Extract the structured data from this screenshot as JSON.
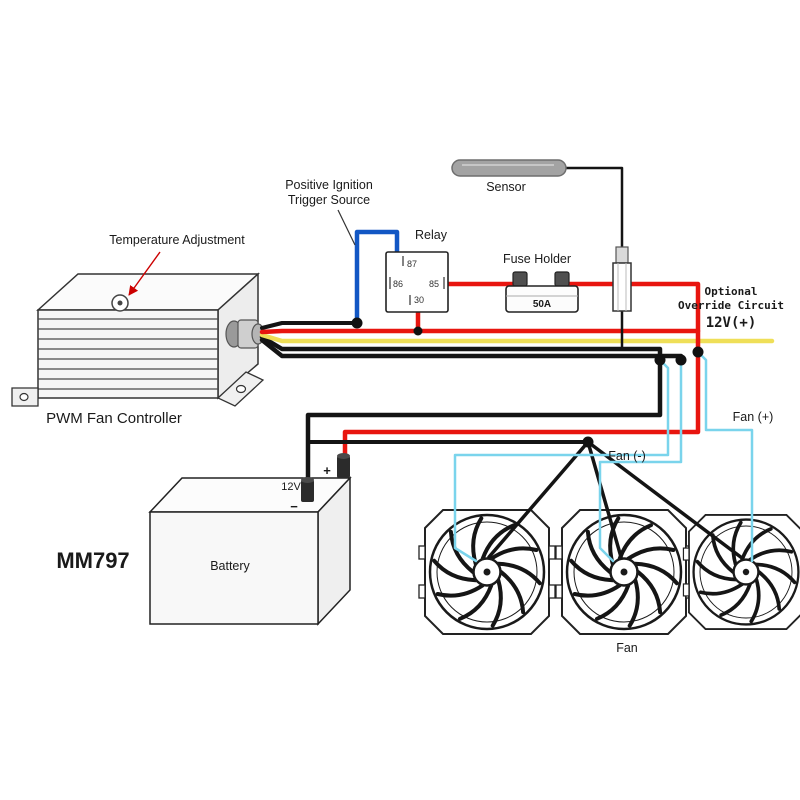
{
  "labels": {
    "temperature_adjustment": "Temperature Adjustment",
    "controller": "PWM Fan Controller",
    "ignition_line1": "Positive Ignition",
    "ignition_line2": "Trigger Source",
    "relay": "Relay",
    "pin87": "87",
    "pin86": "86",
    "pin85": "85",
    "pin30": "30",
    "fuse_holder": "Fuse Holder",
    "fuse_rating": "50A",
    "sensor": "Sensor",
    "override_line1": "Optional",
    "override_line2": "Override Circuit",
    "override_line3": "12V(+)",
    "battery": "Battery",
    "battery_voltage": "12V",
    "plus": "+",
    "minus": "−",
    "model": "MM797",
    "fan": "Fan",
    "fan_negative": "Fan (-)",
    "fan_positive": "Fan (+)"
  },
  "colors": {
    "wire_red": "#e8150f",
    "wire_yellow": "#efdf58",
    "wire_black": "#141414",
    "wire_blue": "#1257c4",
    "wire_cyan": "#7ad4ec",
    "leader_red": "#cc0000"
  }
}
